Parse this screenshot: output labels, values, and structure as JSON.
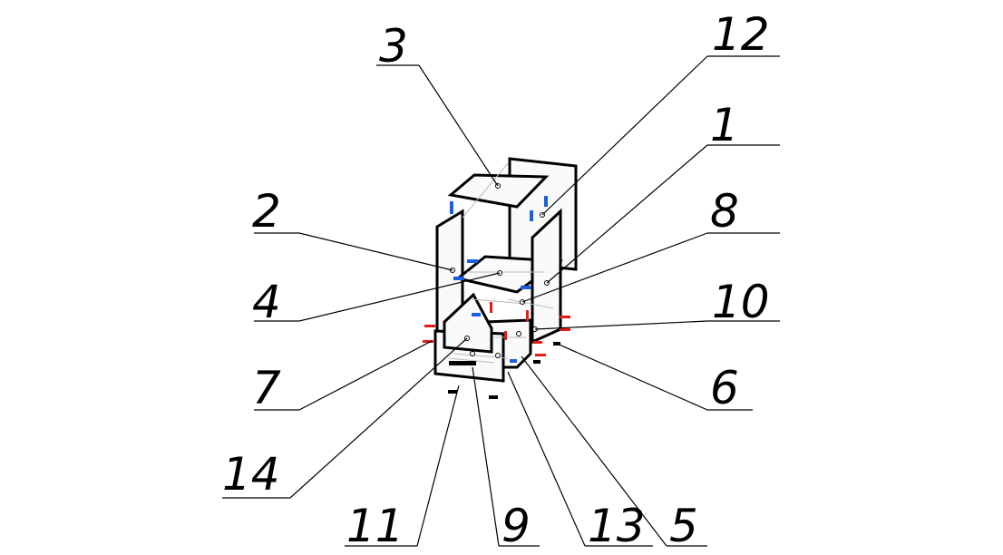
{
  "diagram": {
    "title": "Exploded cabinet assembly",
    "callouts": [
      "3",
      "12",
      "1",
      "2",
      "8",
      "4",
      "10",
      "7",
      "6",
      "14",
      "11",
      "9",
      "13",
      "5"
    ],
    "colors": {
      "fitting_blue": "#1a5fe0",
      "fitting_red": "#e21b1b",
      "line": "#000000"
    }
  }
}
